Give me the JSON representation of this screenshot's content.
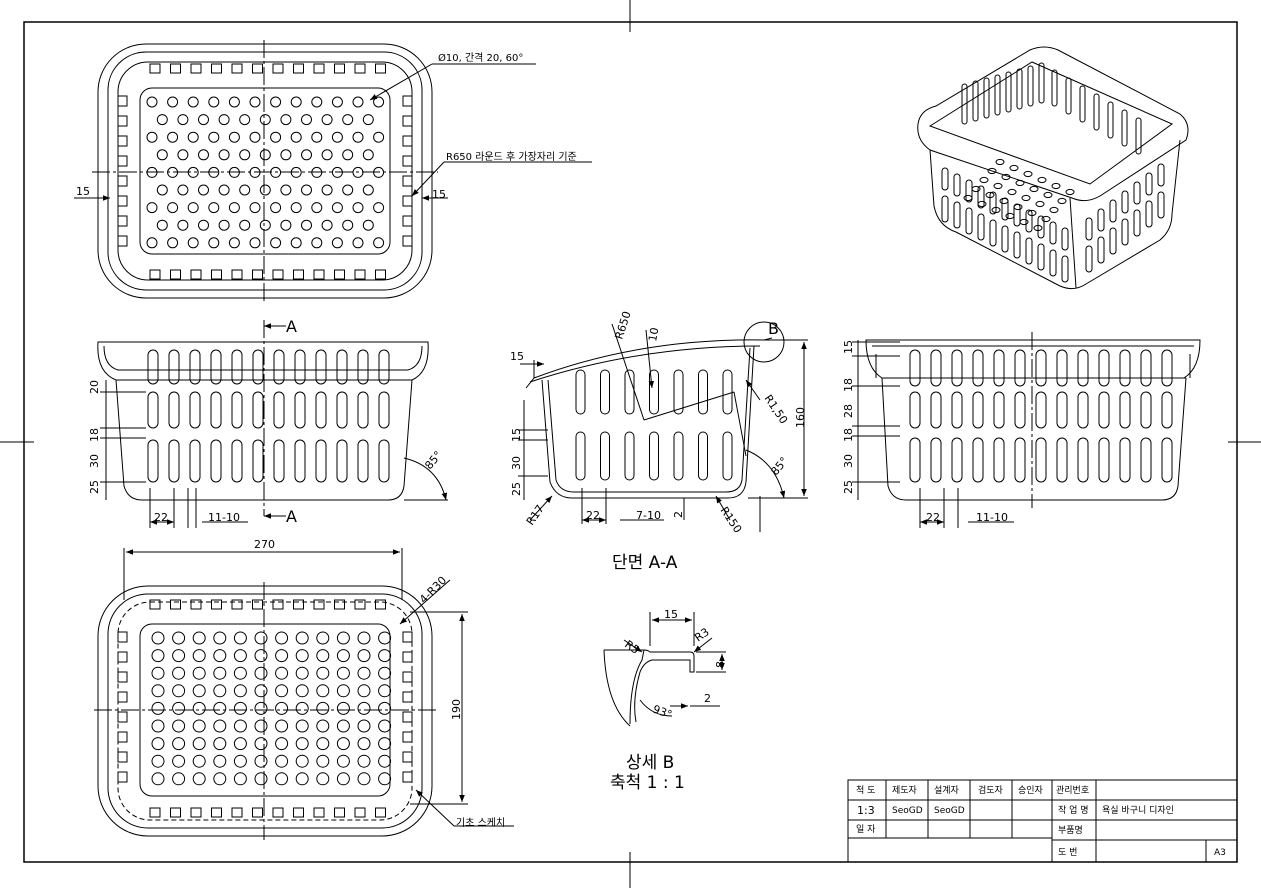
{
  "annotations": {
    "hole_spec": "Ø10, 간격 20, 60°",
    "round_note": "R650 라운드 후 가장자리 기준",
    "sketch_note": "기초 스케치",
    "radius_4r30": "4-R30"
  },
  "dims": {
    "d15": "15",
    "d20": "20",
    "d18": "18",
    "d30": "30",
    "d25": "25",
    "d22": "22",
    "d11_10": "11-10",
    "d7_10": "7-10",
    "d2": "2",
    "d10": "10",
    "r650": "R650",
    "r150": "R150",
    "r1_50": "R1,50",
    "r17": "R17",
    "d160": "160",
    "a85": "85°",
    "d28": "28",
    "d270": "270",
    "d190": "190",
    "r5": "R5",
    "r3": "R3",
    "d8": "8",
    "a93": "93°"
  },
  "labels": {
    "sec_a": "A",
    "detail_b": "B",
    "section_title": "단면 A-A",
    "detail_title": "상세 B",
    "detail_scale": "축척 1 : 1"
  },
  "title_block": {
    "h_scale": "척 도",
    "h_drafter": "제도자",
    "h_designer": "설계자",
    "h_checker": "검도자",
    "h_approver": "승인자",
    "scale": "1:3",
    "drafter": "SeoGD",
    "designer": "SeoGD",
    "date_label": "일 자",
    "mgmt_no": "관리번호",
    "work_name_label": "작 업 명",
    "work_name": "욕실 바구니 디자인",
    "part_name_label": "부품명",
    "drawing_no_label": "도 번",
    "sheet_size": "A3"
  }
}
